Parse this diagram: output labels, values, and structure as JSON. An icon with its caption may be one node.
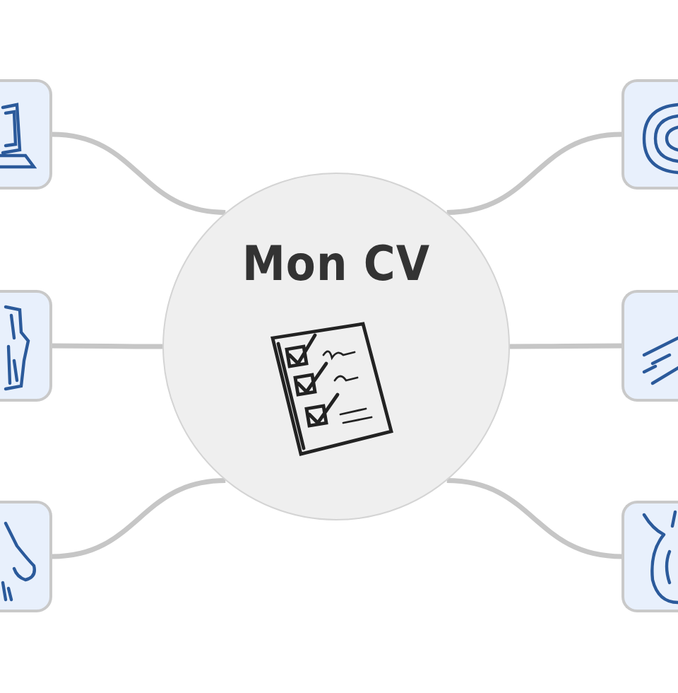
{
  "diagram": {
    "nodes": [
      {
        "text": [
          "Mon CV"
        ]
      },
      {
        "text": [],
        "shape": "picture"
      },
      {
        "text": [],
        "shape": "picture"
      },
      {
        "text": [],
        "shape": "picture"
      },
      {
        "text": [],
        "shape": "picture"
      },
      {
        "text": [],
        "shape": "picture"
      },
      {
        "text": [],
        "shape": "picture"
      }
    ],
    "edges": [
      {
        "from": 0,
        "to": 1,
        "arrow": "none"
      },
      {
        "from": 0,
        "to": 2,
        "arrow": "none"
      },
      {
        "from": 0,
        "to": 3,
        "arrow": "none"
      },
      {
        "from": 0,
        "to": 4,
        "arrow": "none"
      },
      {
        "from": 0,
        "to": 5,
        "arrow": "none"
      },
      {
        "from": 0,
        "to": 6,
        "arrow": "none"
      }
    ]
  }
}
